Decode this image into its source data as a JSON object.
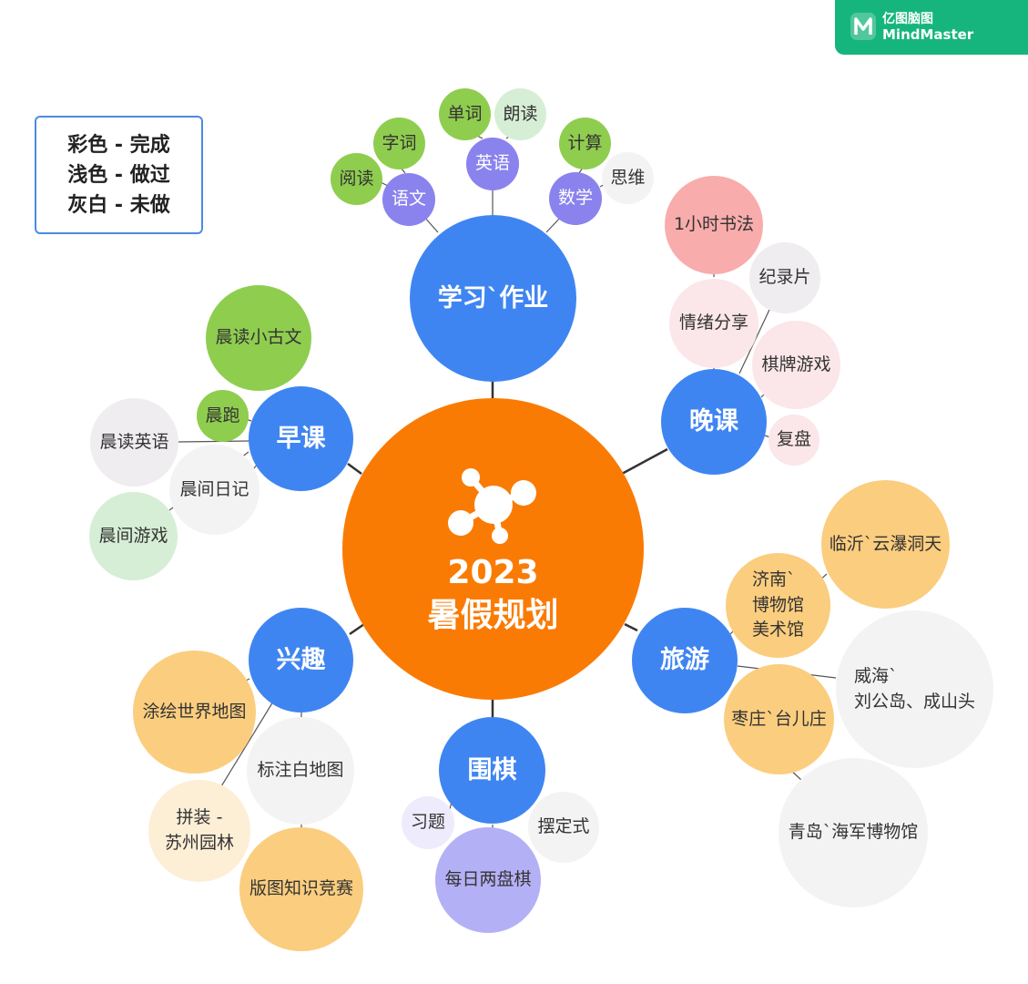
{
  "branding": {
    "name_cn": "亿图脑图",
    "name_en": "MindMaster"
  },
  "legend": [
    "彩色 - 完成",
    "浅色 - 做过",
    "灰白 - 未做"
  ],
  "center": {
    "line1": "2023",
    "line2": "暑假规划"
  },
  "branches": {
    "study": {
      "label": "学习`作业",
      "chinese": {
        "label": "语文",
        "items": [
          "阅读",
          "字词"
        ]
      },
      "english": {
        "label": "英语",
        "items": [
          "单词",
          "朗读"
        ]
      },
      "math": {
        "label": "数学",
        "items": [
          "计算",
          "思维"
        ]
      }
    },
    "evening": {
      "label": "晚课",
      "items": [
        "1小时书法",
        "纪录片",
        "情绪分享",
        "棋牌游戏",
        "复盘"
      ]
    },
    "morning": {
      "label": "早课",
      "items": [
        "晨读小古文",
        "晨跑",
        "晨读英语",
        "晨间日记",
        "晨间游戏"
      ]
    },
    "interest": {
      "label": "兴趣",
      "items": [
        "涂绘世界地图",
        "标注白地图",
        "拼装 -\n苏州园林",
        "版图知识竞赛"
      ]
    },
    "go": {
      "label": "围棋",
      "items": [
        "习题",
        "摆定式",
        "每日两盘棋"
      ]
    },
    "travel": {
      "label": "旅游",
      "items": [
        "临沂`云瀑洞天",
        "济南`\n博物馆\n美术馆",
        "威海`\n刘公岛、成山头",
        "枣庄`台儿庄",
        "青岛`海军博物馆"
      ]
    }
  },
  "colors": {
    "main": "#3f85f2",
    "center": "#fa7b04",
    "done_green": "#8fcd4f",
    "done_purple": "#8a83ee",
    "done_pink": "#f9acac",
    "done_amber": "#fbcd7e",
    "untouched_gray": "#f3f3f3"
  }
}
